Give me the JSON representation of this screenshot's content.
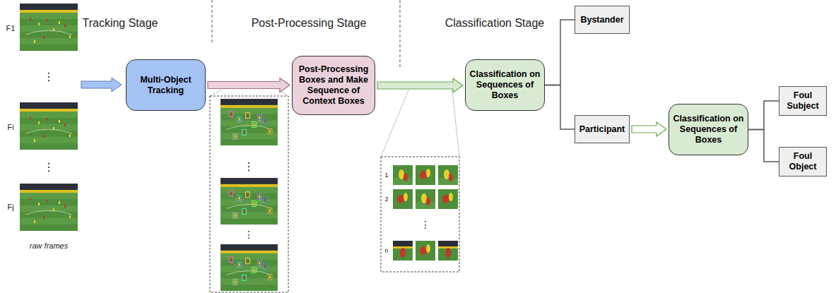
{
  "diagram": {
    "nodes": [
      {
        "text": [
          "Multi-Object Tracking"
        ]
      },
      {
        "text": [
          "Post-Processing Boxes and Make Sequence of Context Boxes"
        ]
      },
      {
        "text": [
          "Classification on Sequences of Boxes"
        ]
      },
      {
        "text": [
          "Bystander"
        ]
      },
      {
        "text": [
          "Participant"
        ]
      },
      {
        "text": [
          "Classification on Sequences of Boxes"
        ]
      },
      {
        "text": [
          "Foul Subject"
        ]
      },
      {
        "text": [
          "Foul Object"
        ]
      }
    ],
    "edges": [
      {
        "from": 0,
        "to": 1,
        "arrow": "to"
      },
      {
        "from": 1,
        "to": 2,
        "arrow": "to"
      },
      {
        "from": 2,
        "to": 3,
        "arrow": "none"
      },
      {
        "from": 2,
        "to": 4,
        "arrow": "none"
      },
      {
        "from": 4,
        "to": 5,
        "arrow": "to"
      },
      {
        "from": 5,
        "to": 6,
        "arrow": "none"
      },
      {
        "from": 5,
        "to": 7,
        "arrow": "none"
      }
    ],
    "labels": [
      "Tracking Stage",
      "Post-Processing Stage",
      "Classification Stage",
      "F1",
      "⋮",
      "Fi",
      "⋮",
      "Fj",
      "raw frames",
      "⋮",
      "⋮",
      "1",
      "2",
      "⋮",
      "n"
    ]
  }
}
